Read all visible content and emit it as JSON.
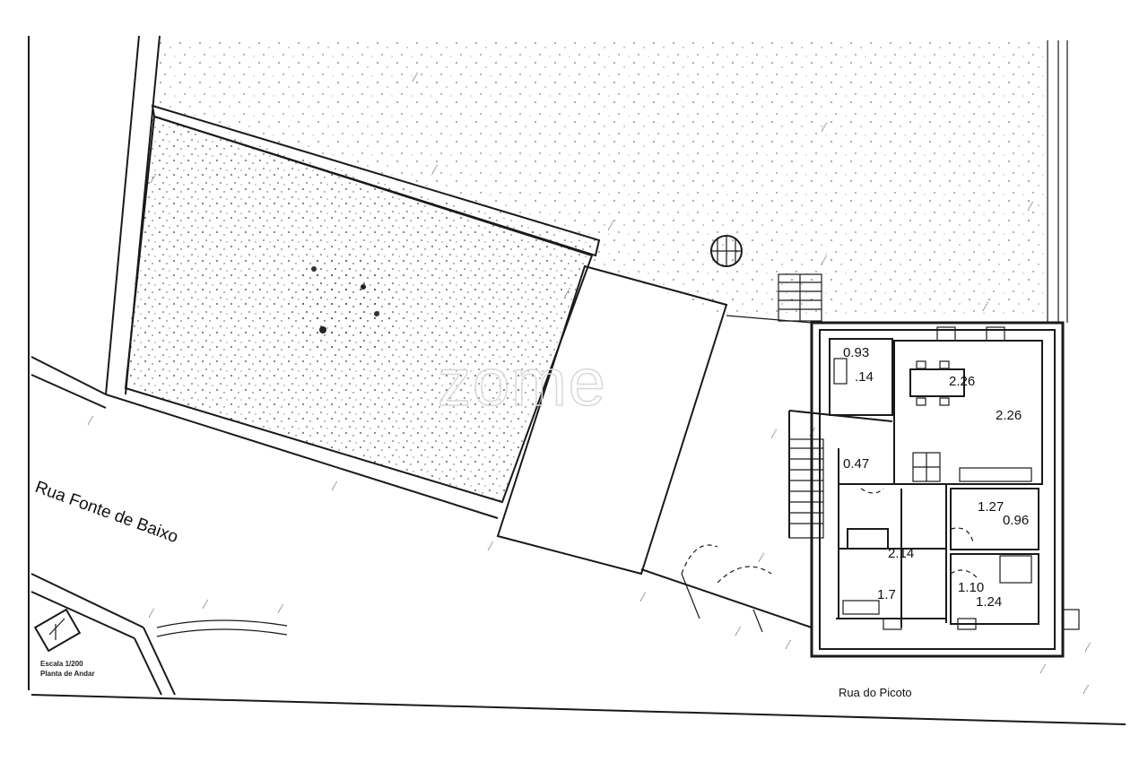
{
  "streets": {
    "rua_fonte_de_baixo": "Rua Fonte de Baixo",
    "rua_do_picoto": "Rua do Picoto"
  },
  "watermark": "zome",
  "scale_note": {
    "line1": "Escala 1/200",
    "line2": "Planta de Andar"
  },
  "dimensions": {
    "d_093": "0.93",
    "d_014": ".14",
    "d_226a": "2.26",
    "d_226b": "2.26",
    "d_047": "0.47",
    "d_127": "1.27",
    "d_096": "0.96",
    "d_214": "2.14",
    "d_17": "1.7",
    "d_110": "1.10",
    "d_124": "1.24"
  },
  "colors": {
    "ink": "#1a1a1a",
    "paper": "#ffffff",
    "watermark": "#d8d8d8"
  }
}
